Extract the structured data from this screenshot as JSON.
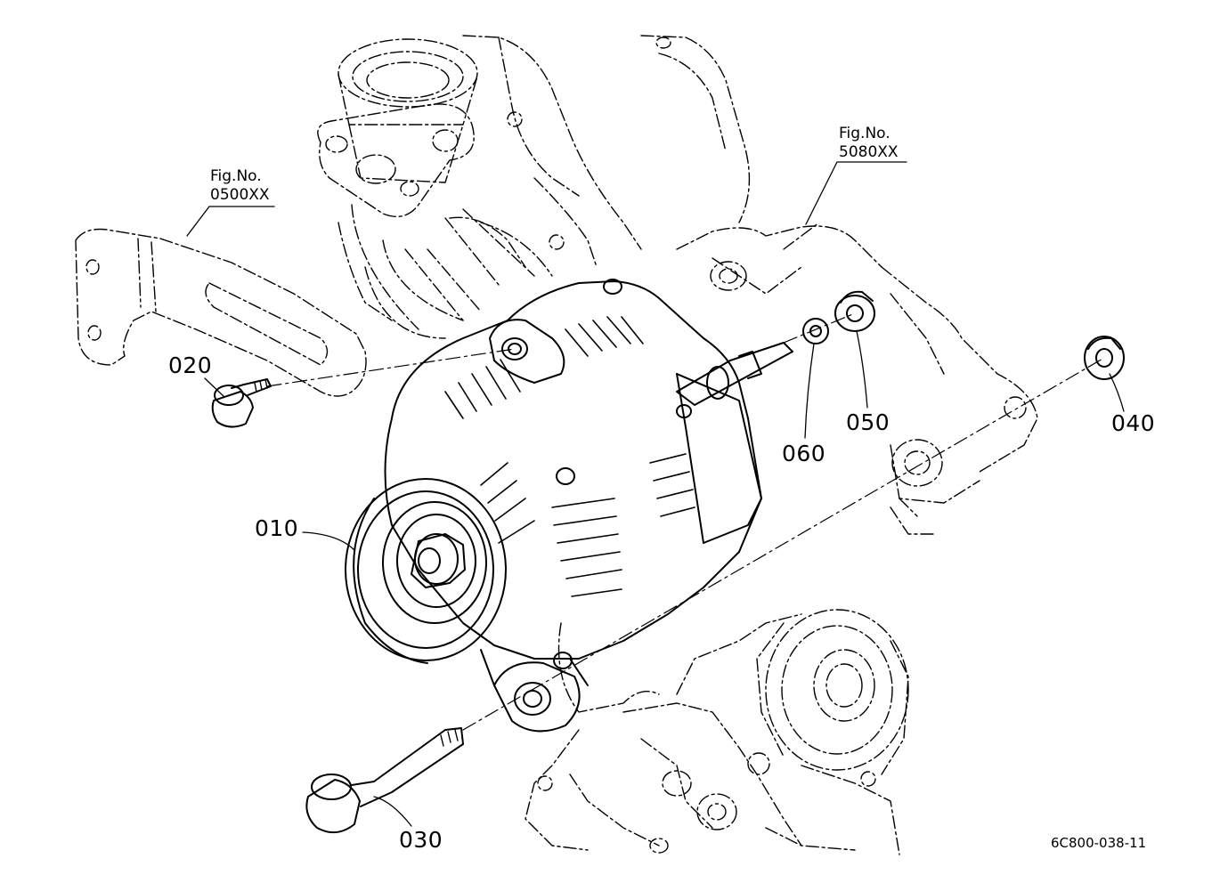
{
  "callouts": [
    {
      "id": "010",
      "label": "010"
    },
    {
      "id": "020",
      "label": "020"
    },
    {
      "id": "030",
      "label": "030"
    },
    {
      "id": "040",
      "label": "040"
    },
    {
      "id": "050",
      "label": "050"
    },
    {
      "id": "060",
      "label": "060"
    }
  ],
  "fig_refs": [
    {
      "line1": "Fig.No.",
      "line2": "0500XX"
    },
    {
      "line1": "Fig.No.",
      "line2": "5080XX"
    }
  ],
  "drawing_number": "6C800-038-11"
}
